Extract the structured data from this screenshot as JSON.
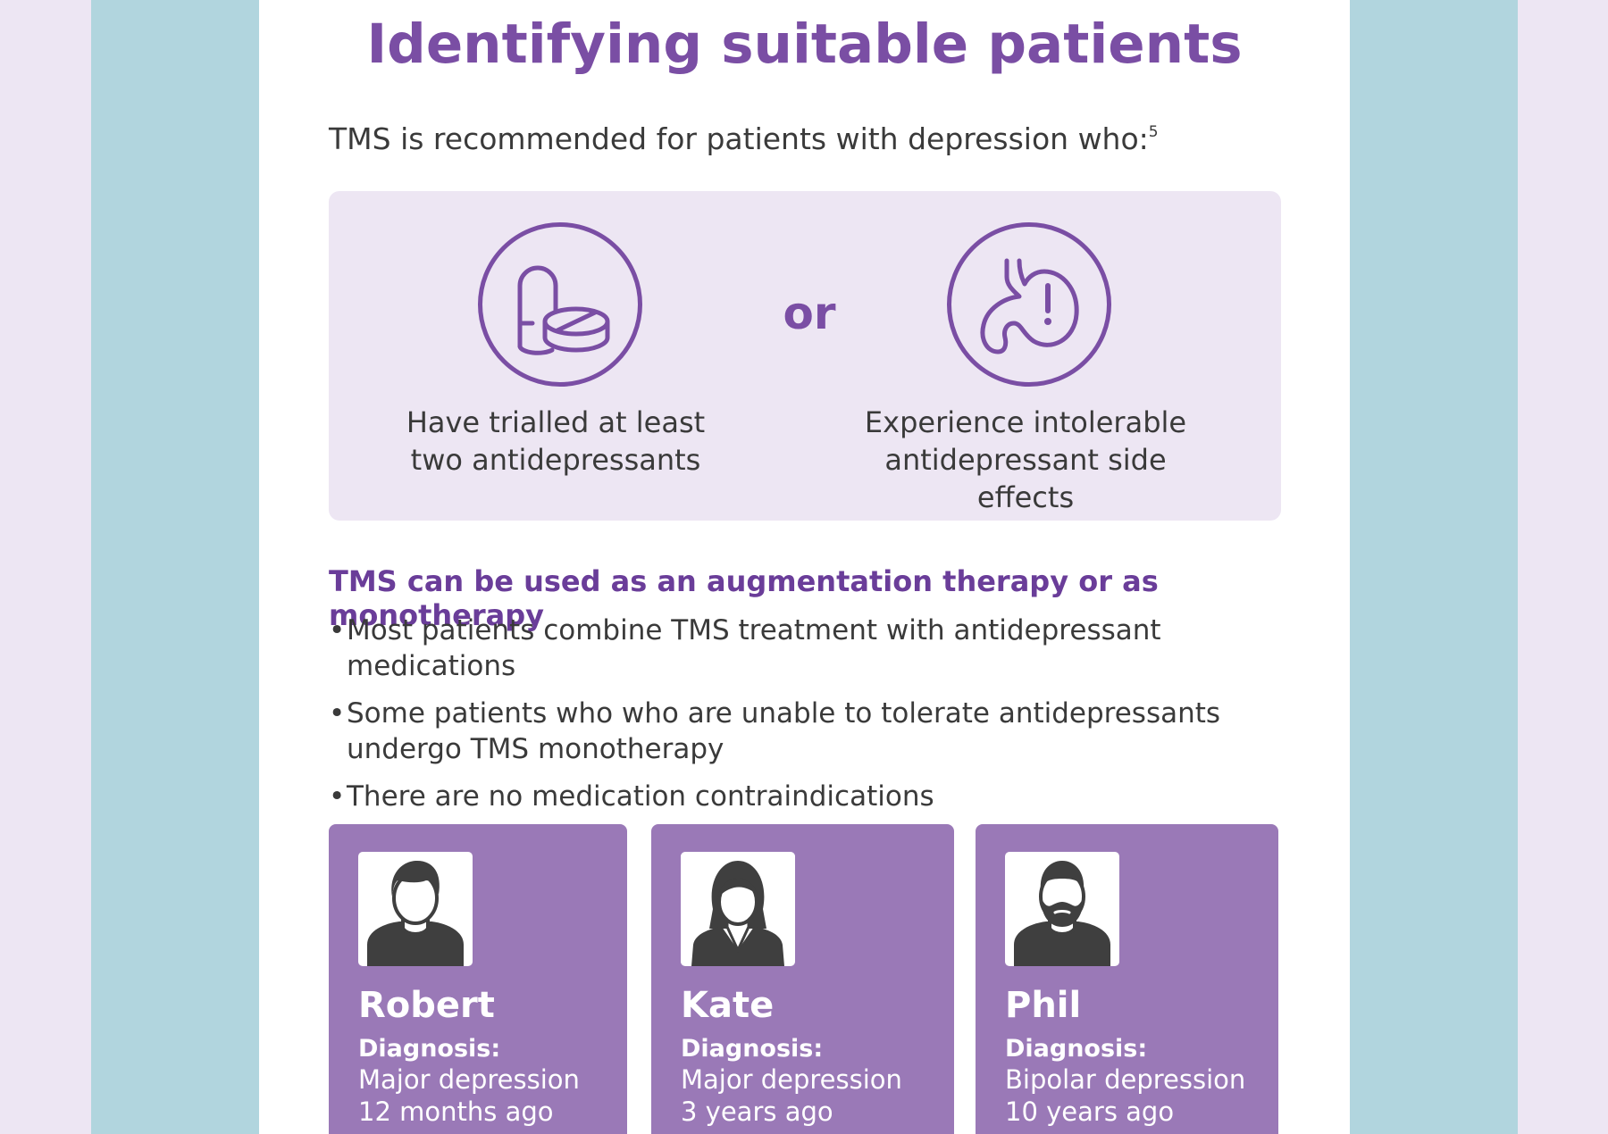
{
  "title": "Identifying suitable patients",
  "intro": {
    "text": "TMS is recommended for patients with depression who:",
    "ref": "5"
  },
  "criteria": {
    "left": {
      "icon": "pill-icon",
      "line1": "Have trialled at least",
      "line2": "two antidepressants"
    },
    "connector": "or",
    "right": {
      "icon": "stomach-alert-icon",
      "line1": "Experience intolerable",
      "line2": "antidepressant side effects"
    }
  },
  "section": {
    "heading": "TMS can be used as an augmentation therapy or as monotherapy",
    "bullets": [
      "Most patients combine TMS treatment with antidepressant medications",
      "Some patients who who are unable to tolerate antidepressants undergo TMS monotherapy",
      "There are no medication contraindications"
    ]
  },
  "patients": [
    {
      "name": "Robert",
      "diagnosis_label": "Diagnosis:",
      "diagnosis": "Major depression 12 months ago",
      "avatar": "man-avatar-icon"
    },
    {
      "name": "Kate",
      "diagnosis_label": "Diagnosis:",
      "diagnosis": "Major depression 3 years ago",
      "avatar": "woman-avatar-icon"
    },
    {
      "name": "Phil",
      "diagnosis_label": "Diagnosis:",
      "diagnosis": "Bipolar depression 10 years ago",
      "avatar": "bearded-man-avatar-icon"
    }
  ],
  "colors": {
    "accent": "#7a4ea4",
    "panel": "#ede6f3",
    "card": "#9a79b7",
    "band": "#b1d5de"
  }
}
